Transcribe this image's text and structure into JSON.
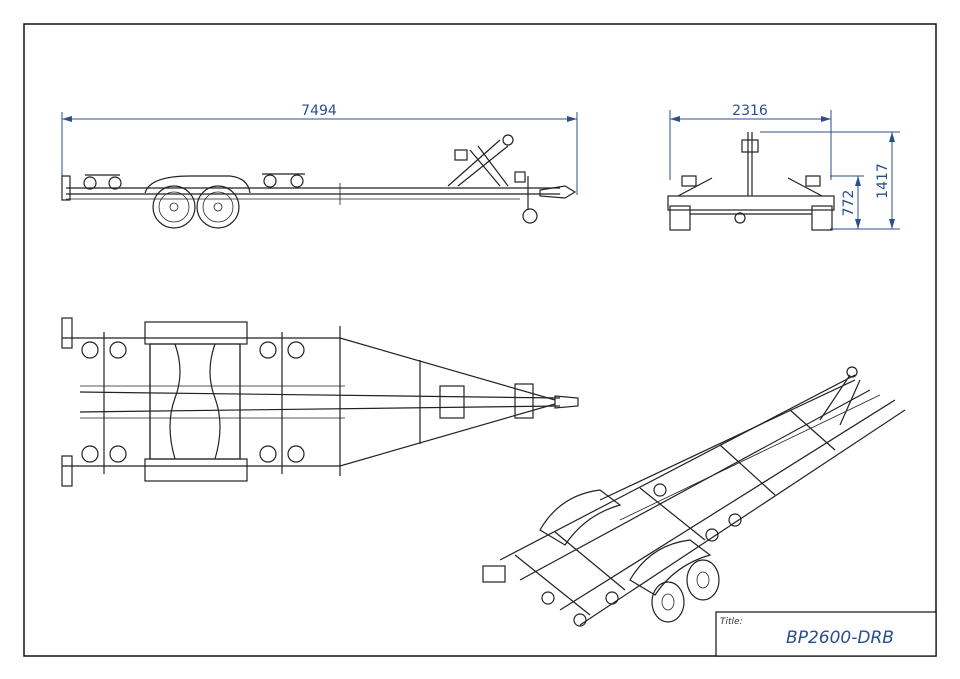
{
  "dimensions": {
    "side_length": "7494",
    "rear_width": "2316",
    "height_lower": "772",
    "height_total": "1417"
  },
  "title_block": {
    "label": "Title:",
    "value": "BP2600-DRB"
  },
  "colors": {
    "dimension": "#2a4f8f",
    "line": "#222222",
    "border": "#111111"
  }
}
